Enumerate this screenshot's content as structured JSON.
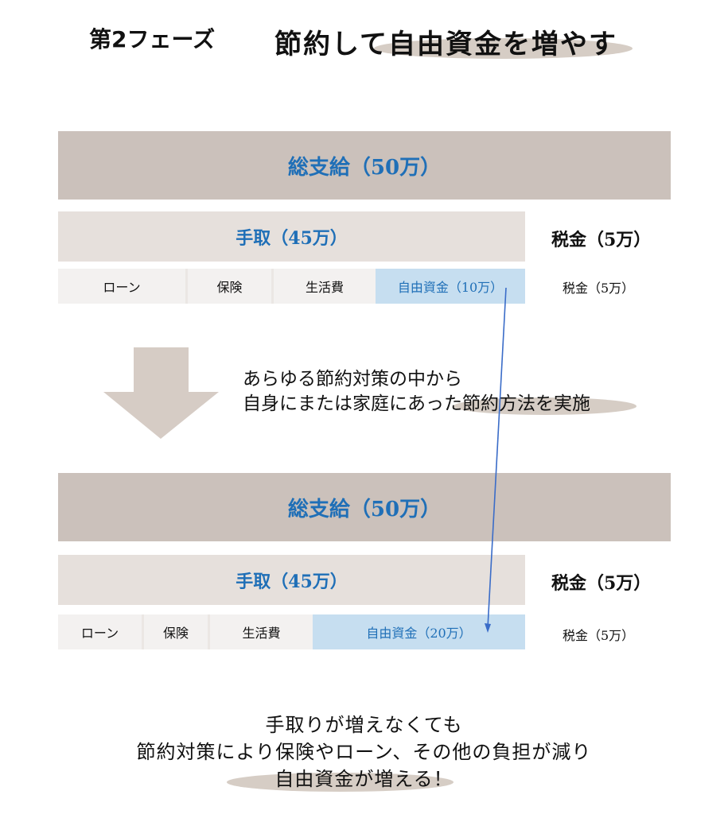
{
  "header": {
    "phase": "第2フェーズ",
    "title": "節約して自由資金を増やす"
  },
  "colors": {
    "total_bar": "#cbc1bb",
    "net_bar": "#e6e0dc",
    "segment_bg": "#f3f1f0",
    "free_fund_bg": "#c6def0",
    "label_blue": "#1f6fb7",
    "highlight": "#cfc4bb",
    "arrow_fill": "#d6ccc5",
    "connector": "#3a6cc8"
  },
  "before": {
    "total": "総支給（50万）",
    "net": "手取（45万）",
    "tax": "税金（5万）",
    "segments": [
      "ローン",
      "保険",
      "生活費",
      "自由資金（10万）"
    ],
    "segment_tax": "税金（5万）"
  },
  "middle": {
    "line1": "あらゆる節約対策の中から",
    "line2": "自身にまたは家庭にあった節約方法を実施",
    "arrow_icon": "down-arrow-icon"
  },
  "after": {
    "total": "総支給（50万）",
    "net": "手取（45万）",
    "tax": "税金（5万）",
    "segments": [
      "ローン",
      "保険",
      "生活費",
      "自由資金（20万）"
    ],
    "segment_tax": "税金（5万）"
  },
  "footer": {
    "line1": "手取りが増えなくても",
    "line2": "節約対策により保険やローン、その他の負担が減り",
    "line3": "自由資金が増える！"
  }
}
